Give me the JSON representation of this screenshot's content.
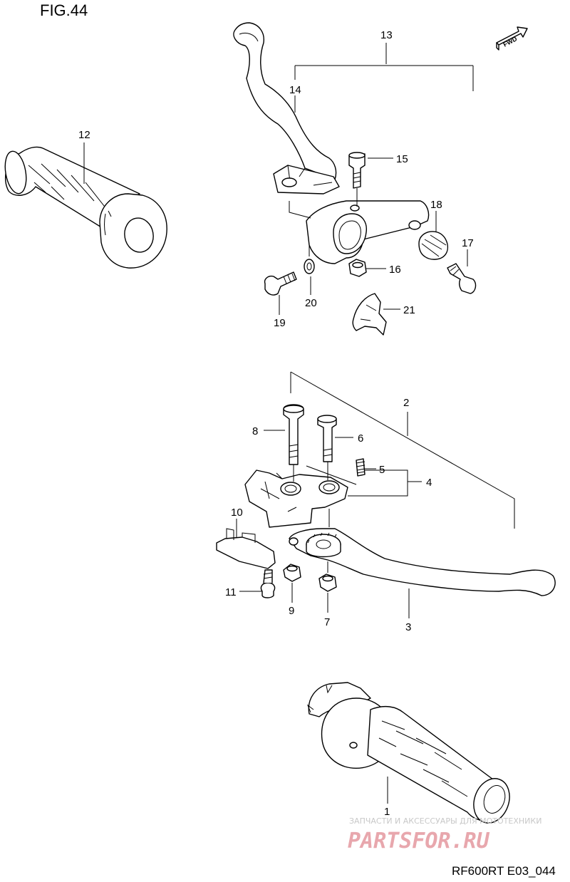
{
  "figure_title": "FIG.44",
  "direction_label": "FWD",
  "callouts": {
    "p1": "1",
    "p2": "2",
    "p3": "3",
    "p4": "4",
    "p5": "5",
    "p6": "6",
    "p7": "7",
    "p8": "8",
    "p9": "9",
    "p10": "10",
    "p11": "11",
    "p12": "12",
    "p13": "13",
    "p14": "14",
    "p15": "15",
    "p16": "16",
    "p17": "17",
    "p18": "18",
    "p19": "19",
    "p20": "20",
    "p21": "21"
  },
  "diagram_code": "RF600RT E03_044",
  "watermark": {
    "tagline": "ЗАПЧАСТИ И АКСЕССУАРЫ ДЛЯ МОТОТЕХНИКИ",
    "brand": "PARTSFOR.RU",
    "color": "#e8a7ad"
  }
}
